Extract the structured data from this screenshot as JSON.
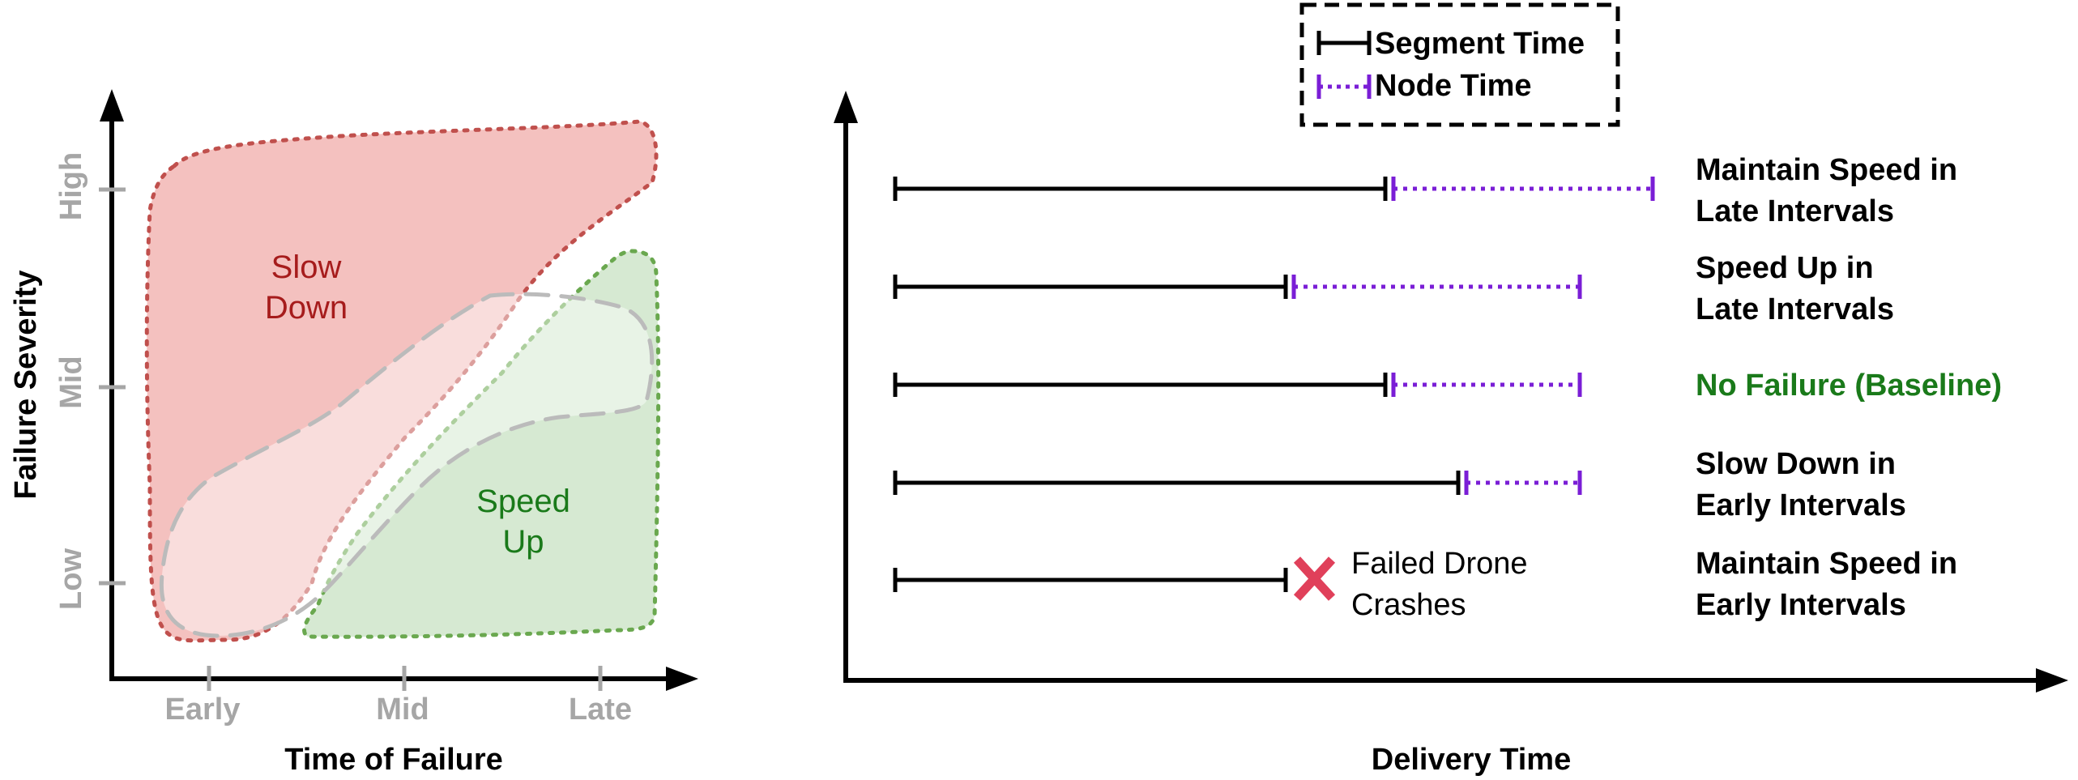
{
  "left_panel": {
    "xlabel": "Time of Failure",
    "ylabel": "Failure Severity",
    "x_ticks": [
      "Early",
      "Mid",
      "Late"
    ],
    "y_ticks": [
      "Low",
      "Mid",
      "High"
    ],
    "regions": {
      "slow_down": {
        "line1": "Slow",
        "line2": "Down"
      },
      "speed_up": {
        "line1": "Speed",
        "line2": "Up"
      }
    }
  },
  "right_panel": {
    "xlabel": "Delivery Time",
    "legend": {
      "segment": "Segment Time",
      "node": "Node Time"
    },
    "rows": [
      {
        "line1": "Maintain Speed in",
        "line2": "Late Intervals"
      },
      {
        "line1": "Speed Up in",
        "line2": "Late Intervals"
      },
      {
        "line1": "No Failure (Baseline)",
        "line2": ""
      },
      {
        "line1": "Slow Down in",
        "line2": "Early Intervals"
      },
      {
        "line1": "Maintain Speed in",
        "line2": "Early Intervals"
      }
    ],
    "crash_note": {
      "line1": "Failed Drone",
      "line2": "Crashes"
    }
  },
  "colors": {
    "axis": "#000000",
    "tick": "#a6a6a6",
    "slow_fill": "#f4c1bf",
    "slow_stroke": "#c0504d",
    "slow_text": "#a61c1c",
    "speed_fill": "#d6e9d2",
    "speed_stroke": "#6aa84f",
    "speed_text": "#1a7a1a",
    "overlap_fill": "#f8e0e0",
    "node_line": "#7a1ed6",
    "segment_line": "#000000",
    "baseline_text": "#1a7a1a",
    "crash": "#e0405a"
  }
}
